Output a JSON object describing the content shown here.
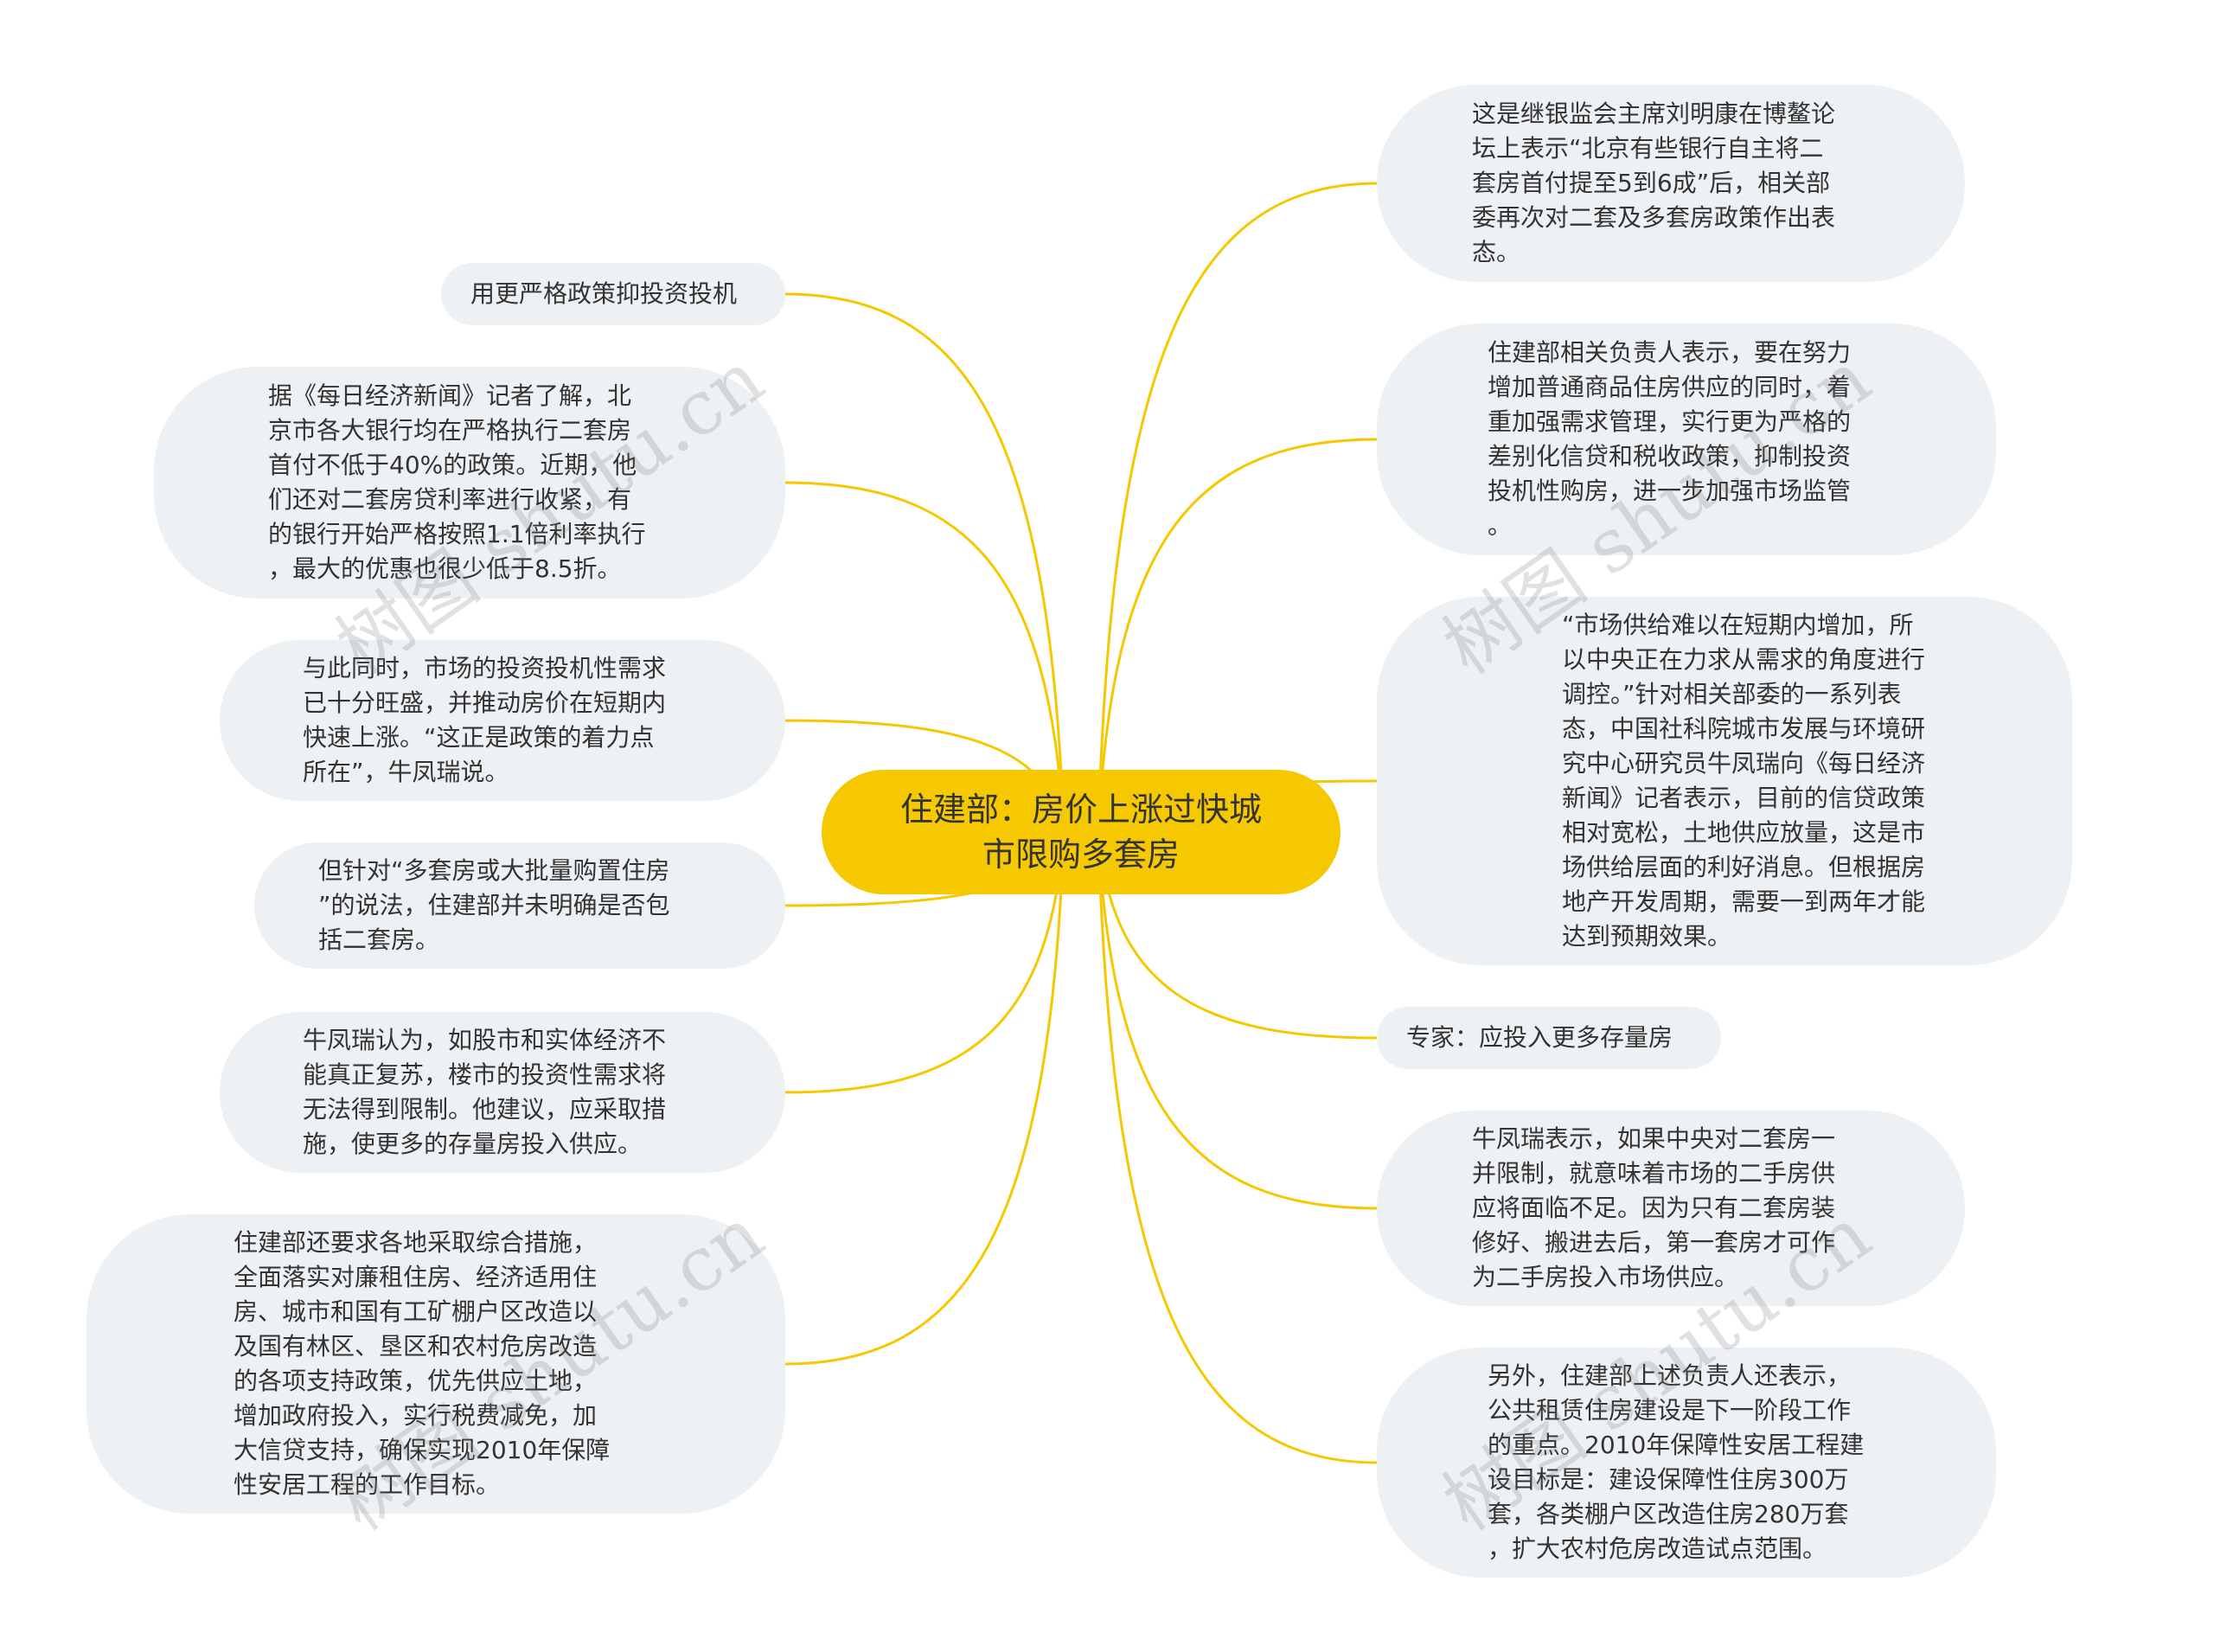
{
  "center": {
    "title": "住建部：房价上涨过快城\n市限购多套房"
  },
  "left_nodes": [
    {
      "id": "L1",
      "text": "用更严格政策抑投资投机"
    },
    {
      "id": "L2",
      "text": "据《每日经济新闻》记者了解，北\n京市各大银行均在严格执行二套房\n首付不低于40%的政策。近期，他\n们还对二套房贷利率进行收紧，有\n的银行开始严格按照1.1倍利率执行\n，最大的优惠也很少低于8.5折。"
    },
    {
      "id": "L3",
      "text": "与此同时，市场的投资投机性需求\n已十分旺盛，并推动房价在短期内\n快速上涨。“这正是政策的着力点\n所在”，牛凤瑞说。"
    },
    {
      "id": "L4",
      "text": "但针对“多套房或大批量购置住房\n”的说法，住建部并未明确是否包\n括二套房。"
    },
    {
      "id": "L5",
      "text": "牛凤瑞认为，如股市和实体经济不\n能真正复苏，楼市的投资性需求将\n无法得到限制。他建议，应采取措\n施，使更多的存量房投入供应。"
    },
    {
      "id": "L6",
      "text": "住建部还要求各地采取综合措施，\n全面落实对廉租住房、经济适用住\n房、城市和国有工矿棚户区改造以\n及国有林区、垦区和农村危房改造\n的各项支持政策，优先供应土地，\n增加政府投入，实行税费减免，加\n大信贷支持，确保实现2010年保障\n性安居工程的工作目标。"
    }
  ],
  "right_nodes": [
    {
      "id": "R1",
      "text": "这是继银监会主席刘明康在博鳌论\n坛上表示“北京有些银行自主将二\n套房首付提至5到6成”后，相关部\n委再次对二套及多套房政策作出表\n态。"
    },
    {
      "id": "R2",
      "text": "住建部相关负责人表示，要在努力\n增加普通商品住房供应的同时，着\n重加强需求管理，实行更为严格的\n差别化信贷和税收政策，抑制投资\n投机性购房，进一步加强市场监管\n。"
    },
    {
      "id": "R3",
      "text": "“市场供给难以在短期内增加，所\n以中央正在力求从需求的角度进行\n调控。”针对相关部委的一系列表\n态，中国社科院城市发展与环境研\n究中心研究员牛凤瑞向《每日经济\n新闻》记者表示，目前的信贷政策\n相对宽松，土地供应放量，这是市\n场供给层面的利好消息。但根据房\n地产开发周期，需要一到两年才能\n达到预期效果。"
    },
    {
      "id": "R4",
      "text": "专家：应投入更多存量房"
    },
    {
      "id": "R5",
      "text": "牛凤瑞表示，如果中央对二套房一\n并限制，就意味着市场的二手房供\n应将面临不足。因为只有二套房装\n修好、搬进去后，第一套房才可作\n为二手房投入市场供应。"
    },
    {
      "id": "R6",
      "text": "另外，住建部上述负责人还表示，\n公共租赁住房建设是下一阶段工作\n的重点。2010年保障性安居工程建\n设目标是：建设保障性住房300万\n套，各类棚户区改造住房280万套\n，扩大农村危房改造试点范围。"
    }
  ],
  "watermark": "树图 shutu.cn",
  "colors": {
    "connector": "#f5c800",
    "center_fill": "#f5c800",
    "node_fill": "#eef1f4",
    "text": "#333333"
  }
}
